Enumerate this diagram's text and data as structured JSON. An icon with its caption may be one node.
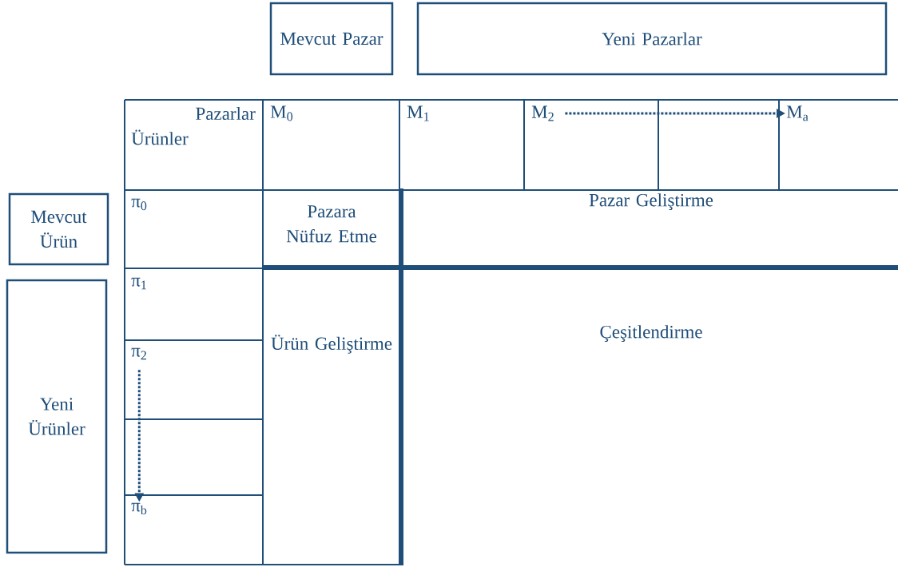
{
  "diagram": {
    "nodes": [
      {
        "text": [
          "Mevcut Pazar"
        ]
      },
      {
        "text": [
          "Yeni Pazarlar"
        ]
      },
      {
        "text": [
          "M$_{2}$"
        ]
      },
      {
        "text": [
          "M$_{a}$"
        ]
      },
      {
        "text": [
          "Mevcut Ürün"
        ]
      },
      {
        "text": [
          "Pazara Nüfuz Etme"
        ]
      },
      {
        "text": [
          "Pazar Geliştirme"
        ]
      },
      {
        "text": [
          "Yeni Ürünler"
        ]
      },
      {
        "text": [
          "π$_{2}$"
        ]
      },
      {
        "text": [
          "Ürün Geliştirme"
        ]
      },
      {
        "text": [
          "Çeşitlendirme"
        ]
      },
      {
        "text": [
          "π$_{b}$"
        ]
      }
    ],
    "edges": [
      {
        "from": 2,
        "to": 3,
        "arrow": "to"
      },
      {
        "from": 8,
        "to": 11,
        "arrow": "to"
      }
    ],
    "labels": [
      "Pazarlar",
      "Ürünler",
      "M$_{0}$",
      "M$_{1}$",
      "π$_{0}$",
      "π$_{1}$"
    ]
  }
}
